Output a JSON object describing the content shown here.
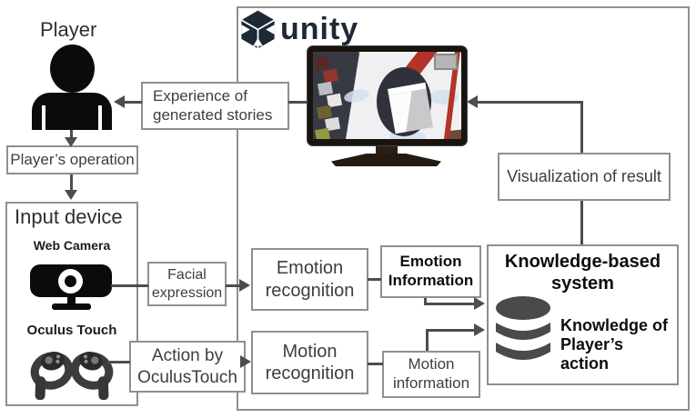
{
  "titles": {
    "player": "Player",
    "unity_wordmark": "unity",
    "input_device": "Input device",
    "web_camera": "Web Camera",
    "oculus_touch": "Oculus Touch"
  },
  "boxes": {
    "experience": {
      "label": "Experience of\ngenerated stories"
    },
    "players_operation": {
      "label": "Player’s operation"
    },
    "facial_expression": {
      "label": "Facial\nexpression"
    },
    "action_by_oculus": {
      "label": "Action by\nOculusTouch"
    },
    "emotion_recognition": {
      "label": "Emotion\nrecognition"
    },
    "motion_recognition": {
      "label": "Motion\nrecognition"
    },
    "emotion_information": {
      "label": "Emotion\nInformation"
    },
    "motion_information": {
      "label": "Motion\ninformation"
    },
    "visualization": {
      "label": "Visualization of result"
    },
    "knowledge": {
      "title": "Knowledge-based\nsystem",
      "db_label": "Knowledge of\nPlayer’s\naction"
    }
  },
  "colors": {
    "line": "#4d4d4d",
    "box_border": "#8f8f8f",
    "text": "#3e3e3e",
    "text_bold": "#0d0d0d",
    "unity_brand": "#1e2935",
    "icon_black": "#0b0b0b",
    "db_gray": "#4a4a4a",
    "monitor_frame": "#1a140f",
    "scene_strip": "#383a43",
    "scene_red": "#b23428"
  }
}
